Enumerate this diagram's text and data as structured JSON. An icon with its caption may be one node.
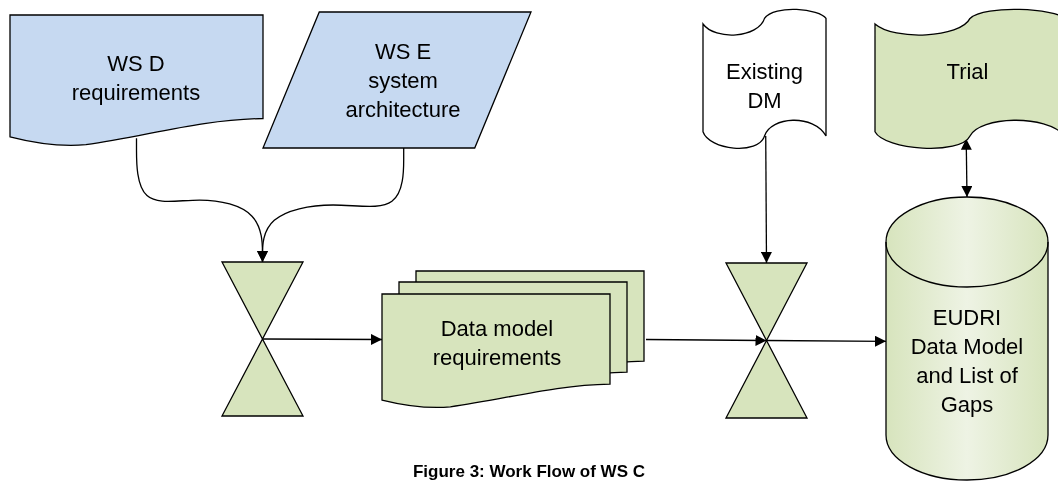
{
  "diagram": {
    "caption": "Figure 3: Work Flow of WS C",
    "nodes": [
      {
        "text": [
          "WS D requirements"
        ]
      },
      {
        "text": [
          "WS E system architecture"
        ]
      },
      {
        "text": [
          "Existing DM"
        ]
      },
      {
        "text": [
          "Trial"
        ]
      },
      {
        "text": [],
        "shape": "hourglass"
      },
      {
        "text": [
          "Data model requirements"
        ]
      },
      {
        "text": [],
        "shape": "hourglass"
      },
      {
        "text": [
          "EUDRI Data Model and List of Gaps"
        ]
      }
    ],
    "edges": [
      {
        "from": 0,
        "to": 4,
        "arrow": "to"
      },
      {
        "from": 1,
        "to": 4,
        "arrow": "to"
      },
      {
        "from": 4,
        "to": 5,
        "arrow": "to"
      },
      {
        "from": 5,
        "to": 6,
        "arrow": "to"
      },
      {
        "from": 2,
        "to": 6,
        "arrow": "to"
      },
      {
        "from": 6,
        "to": 7,
        "arrow": "to"
      },
      {
        "from": 3,
        "to": 7,
        "arrow": "both"
      }
    ]
  }
}
